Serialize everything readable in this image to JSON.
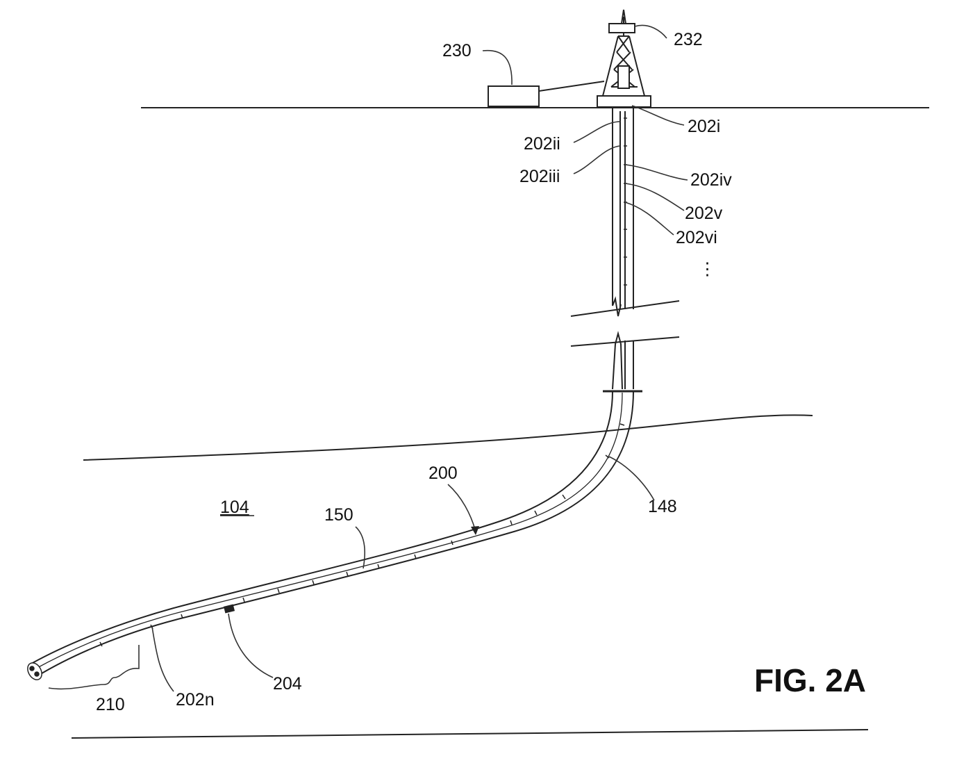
{
  "figure": {
    "title": "FIG. 2A"
  },
  "labels": {
    "l230": "230",
    "l232": "232",
    "l202i": "202i",
    "l202ii": "202ii",
    "l202iii": "202iii",
    "l202iv": "202iv",
    "l202v": "202v",
    "l202vi": "202vi",
    "ellipsis": "⋮",
    "l200": "200",
    "l104": "104",
    "l150": "150",
    "l148": "148",
    "l204": "204",
    "l210": "210",
    "l202n": "202n"
  },
  "colors": {
    "ink": "#222222",
    "background": "#ffffff"
  }
}
